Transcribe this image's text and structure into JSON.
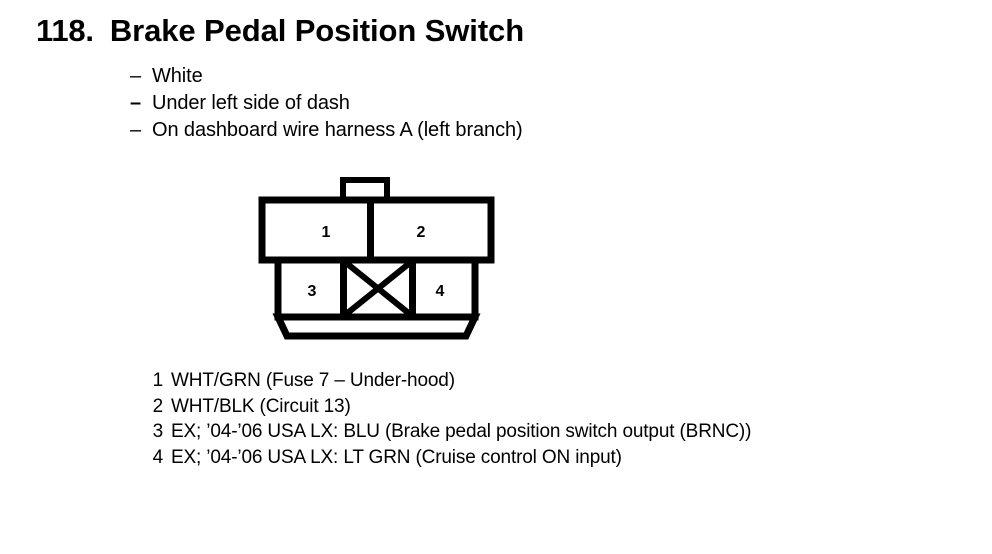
{
  "header": {
    "number": "118.",
    "title": "Brake Pedal Position Switch"
  },
  "notes": [
    {
      "dash": "–",
      "text": "White",
      "bold": false
    },
    {
      "dash": "–",
      "text": "Under left side of dash",
      "bold": false
    },
    {
      "dash": "–",
      "text": "On dashboard wire harness A (left branch)",
      "bold": false
    }
  ],
  "connector": {
    "cells": [
      {
        "label": "1"
      },
      {
        "label": "2"
      },
      {
        "label": "3"
      },
      {
        "label": "4"
      }
    ],
    "blocked_cell": "X",
    "line_color": "#000000",
    "fill_color": "#ffffff"
  },
  "legend": [
    {
      "pin": "1",
      "desc": "WHT/GRN (Fuse 7 – Under-hood)"
    },
    {
      "pin": "2",
      "desc": "WHT/BLK (Circuit 13)"
    },
    {
      "pin": "3",
      "desc": "EX; ’04-’06 USA LX: BLU (Brake pedal position switch output (BRNC))"
    },
    {
      "pin": "4",
      "desc": "EX; ’04-’06 USA LX: LT GRN (Cruise control ON input)"
    }
  ]
}
